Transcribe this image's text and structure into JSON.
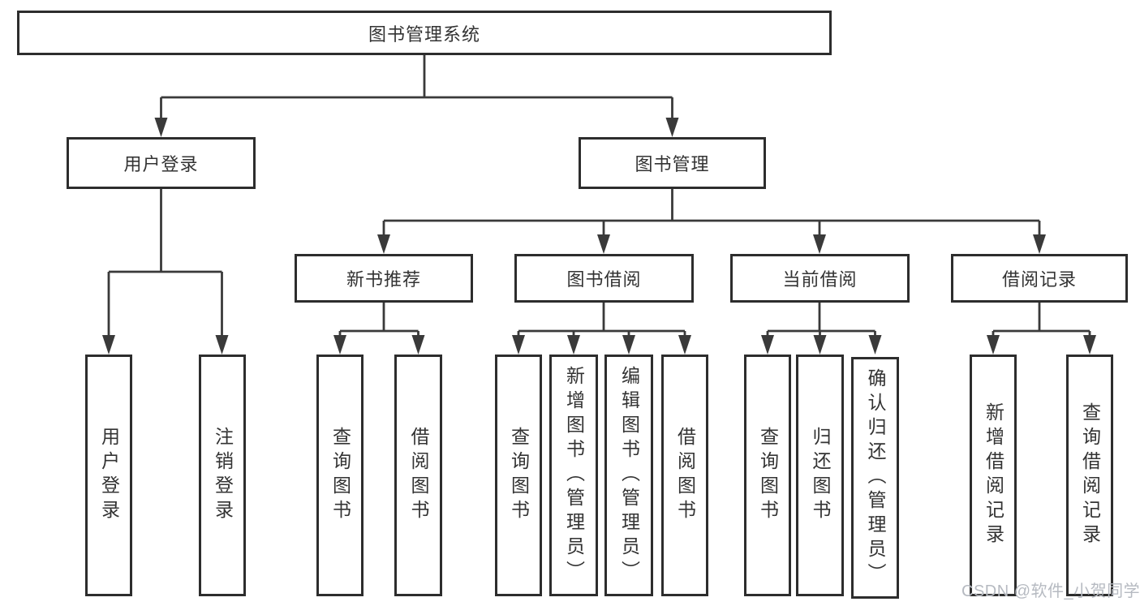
{
  "tree": {
    "root": "图书管理系统",
    "branches": [
      {
        "label": "用户登录",
        "leaves": [
          "用户登录",
          "注销登录"
        ]
      },
      {
        "label": "图书管理",
        "groups": [
          {
            "label": "新书推荐",
            "leaves": [
              "查询图书",
              "借阅图书"
            ]
          },
          {
            "label": "图书借阅",
            "leaves": [
              "查询图书",
              "新增图书（管理员）",
              "编辑图书（管理员）",
              "借阅图书"
            ]
          },
          {
            "label": "当前借阅",
            "leaves": [
              "查询图书",
              "归还图书",
              "确认归还（管理员）"
            ]
          },
          {
            "label": "借阅记录",
            "leaves": [
              "新增借阅记录",
              "查询借阅记录"
            ]
          }
        ]
      }
    ]
  },
  "watermark": "CSDN @软件_小贺同学",
  "colors": {
    "line": "#3a3a3a",
    "border": "#2d2d2d",
    "text": "#333333",
    "watermark": "#b6bac1",
    "background": "#ffffff"
  }
}
